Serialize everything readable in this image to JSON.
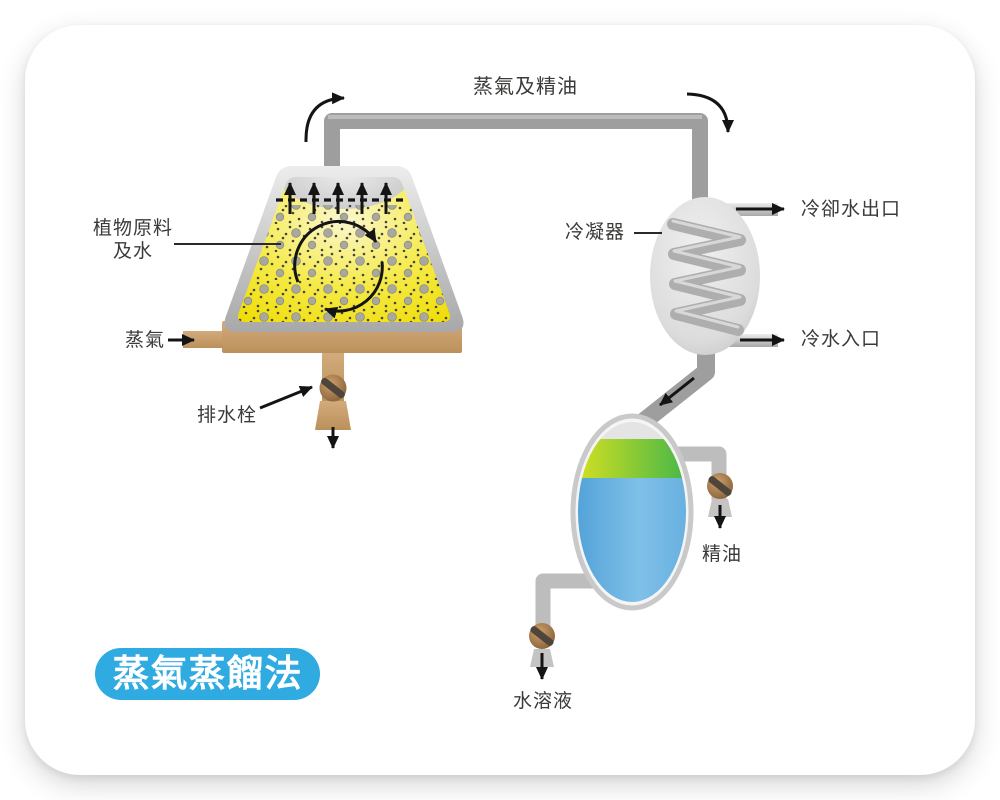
{
  "page": {
    "badge": "蒸氣蒸餾法"
  },
  "labels": {
    "steam_and_oil": "蒸氣及精油",
    "plant_material": "植物原料",
    "and_water": "及水",
    "steam": "蒸氣",
    "drain_plug": "排水栓",
    "condenser": "冷凝器",
    "cooling_water_outlet": "冷卻水出口",
    "cold_water_inlet": "冷水入口",
    "essential_oil": "精油",
    "aqueous_solution": "水溶液"
  },
  "colors": {
    "badge_blue": "#2fabe1",
    "text_dark": "#3a3a38",
    "pipe_gray": "#9e9e9e",
    "liquid_yellow": "#f2e62e",
    "base_tan": "#c79e6b",
    "valve_brown": "#9a7244",
    "oil_green": "#6fc23a",
    "water_blue": "#6cb4e4",
    "arrow_black": "#141414"
  }
}
